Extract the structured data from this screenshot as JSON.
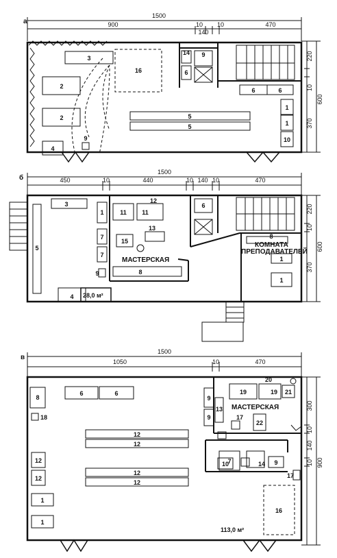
{
  "plan_a": {
    "letter": "а",
    "total": "1500",
    "dims_top": [
      "900",
      "10",
      "140",
      "10",
      "470"
    ],
    "dims_right": [
      "220",
      "10",
      "370",
      "600"
    ],
    "labels": [
      "3",
      "16",
      "2",
      "2",
      "14",
      "9",
      "6",
      "5",
      "5",
      "6",
      "6",
      "1",
      "1",
      "10",
      "4",
      "9"
    ]
  },
  "plan_b": {
    "letter": "б",
    "total": "1500",
    "dims_top": [
      "450",
      "10",
      "440",
      "10",
      "140",
      "10",
      "470"
    ],
    "dims_right": [
      "220",
      "10",
      "370",
      "600"
    ],
    "labels": [
      "3",
      "1",
      "11",
      "12",
      "11",
      "13",
      "15",
      "7",
      "7",
      "6",
      "8",
      "1",
      "1",
      "4",
      "8",
      "9",
      "5"
    ],
    "room_workshop": "МАСТЕРСКАЯ",
    "room_teacher_1": "КОМНАТА",
    "room_teacher_2": "ПРЕПОДАВАТЕЛЕЙ",
    "area": "28,0 м²"
  },
  "plan_v": {
    "letter": "в",
    "total": "1500",
    "dims_top": [
      "1050",
      "10",
      "470"
    ],
    "dims_right": [
      "300",
      "10",
      "140",
      "10",
      "900"
    ],
    "labels": [
      "8",
      "6",
      "6",
      "18",
      "9",
      "9",
      "13",
      "19",
      "19",
      "20",
      "21",
      "17",
      "22",
      "12",
      "12",
      "12",
      "12",
      "7",
      "9",
      "10",
      "14",
      "17",
      "12",
      "12",
      "1",
      "1",
      "16"
    ],
    "room_workshop": "МАСТЕРСКАЯ",
    "area": "113,0 м²"
  }
}
